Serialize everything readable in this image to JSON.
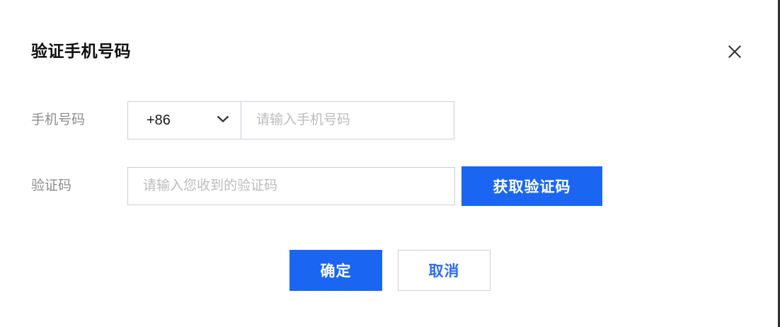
{
  "dialog": {
    "title": "验证手机号码",
    "close_icon": "close-icon"
  },
  "form": {
    "phone": {
      "label": "手机号码",
      "country_code": "+86",
      "country_chevron_icon": "chevron-down-icon",
      "placeholder": "请输入手机号码",
      "value": ""
    },
    "code": {
      "label": "验证码",
      "placeholder": "请输入您收到的验证码",
      "value": "",
      "get_code_label": "获取验证码"
    }
  },
  "actions": {
    "confirm_label": "确定",
    "cancel_label": "取消"
  },
  "colors": {
    "primary": "#1a66f2",
    "border": "#c9cfdb",
    "label_text": "#8d8d8d",
    "placeholder": "#bcbcbc",
    "title_text": "#0f0f0f"
  }
}
